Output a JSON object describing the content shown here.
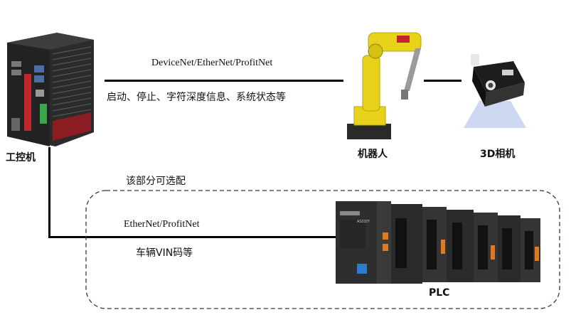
{
  "devices": {
    "ipc": {
      "label": "工控机",
      "icon": "industrial-pc-icon"
    },
    "robot": {
      "label": "机器人",
      "icon": "robot-arm-icon"
    },
    "camera": {
      "label": "3D相机",
      "icon": "3d-camera-icon"
    },
    "plc": {
      "label": "PLC",
      "icon": "plc-icon",
      "model": "AS332T"
    }
  },
  "links": {
    "ipc_robot": {
      "protocol": "DeviceNet/EtherNet/ProfitNet",
      "info": "启动、停止、字符深度信息、系统状态等"
    },
    "ipc_plc": {
      "protocol": "EtherNet/ProfitNet",
      "info": "车辆VIN码等"
    }
  },
  "optional_region": {
    "label": "该部分可选配"
  },
  "colors": {
    "line": "#000000",
    "dashed_border": "#2b3a4e",
    "robot_yellow": "#e8d21a",
    "robot_base": "#2a2a2a",
    "ipc_body": "#2b2b2b",
    "ipc_accent": "#c0272d",
    "plc_body": "#2e2e2e"
  }
}
